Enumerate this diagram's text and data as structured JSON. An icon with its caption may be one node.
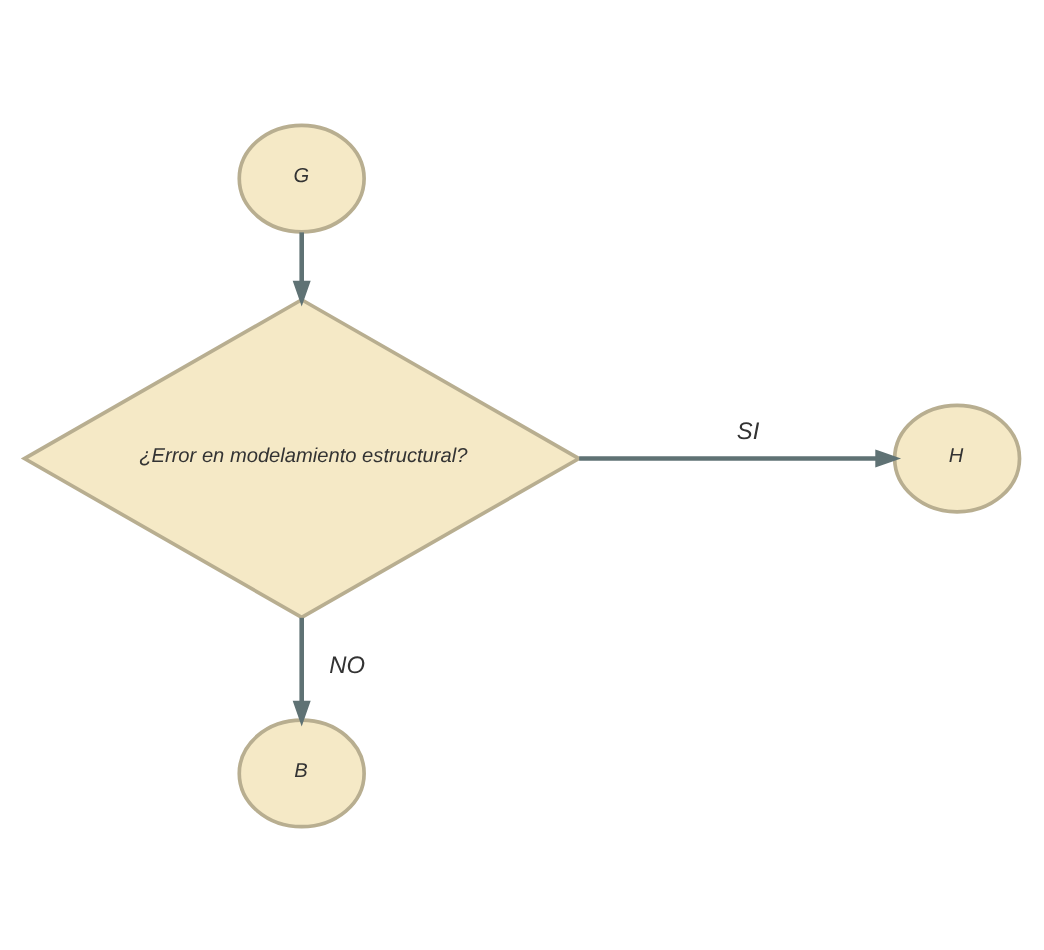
{
  "diagram": {
    "nodes": [
      {
        "text": [
          "G"
        ]
      },
      {
        "text": [
          "¿Error en modelamiento estructural?"
        ]
      },
      {
        "text": [
          "H"
        ]
      },
      {
        "text": [
          "B"
        ]
      }
    ],
    "edges": [
      {
        "from": 0,
        "to": 1,
        "arrow": "to"
      },
      {
        "from": 1,
        "to": 2,
        "arrow": "to",
        "label": "SI"
      },
      {
        "from": 1,
        "to": 3,
        "arrow": "to",
        "label": "NO"
      }
    ]
  }
}
